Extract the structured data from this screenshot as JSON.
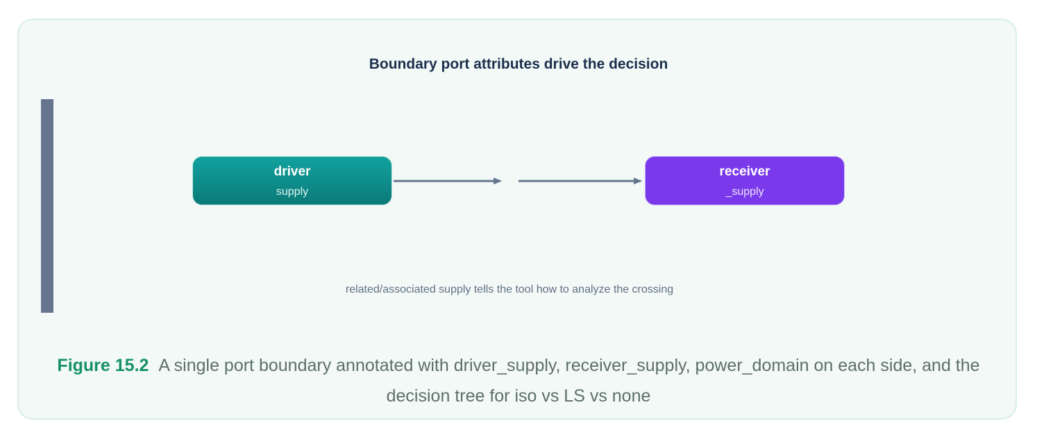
{
  "title": "Boundary port attributes drive the decision",
  "nodes": {
    "driver": {
      "name": "driver",
      "sub": "supply"
    },
    "receiver": {
      "name": "receiver",
      "sub": "_supply"
    }
  },
  "note": "related/associated supply tells the tool how to analyze the crossing",
  "caption": {
    "label": "Figure 15.2",
    "text": "A single port boundary annotated with driver_supply, receiver_supply, power_domain on each side, and the decision tree for iso vs LS vs none"
  },
  "colors": {
    "driver": "#0f8f8c",
    "receiver": "#7a3aeb",
    "arrow": "#66758e",
    "caption_label": "#169166"
  }
}
